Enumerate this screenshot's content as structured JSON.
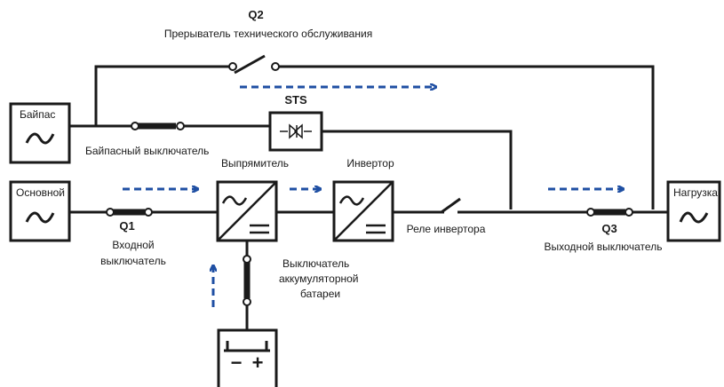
{
  "labels": {
    "q2_title": "Q2",
    "q2_desc": "Прерыватель технического обслуживания",
    "bypass_source": "Байпас",
    "main_source": "Основной",
    "sts": "STS",
    "bypass_switch": "Байпасный выключатель",
    "rectifier": "Выпрямитель",
    "inverter": "Инвертор",
    "load": "Нагрузка",
    "q1_title": "Q1",
    "q1_desc_line1": "Входной",
    "q1_desc_line2": "выключатель",
    "inverter_relay": "Реле инвертора",
    "q3_title": "Q3",
    "q3_desc": "Выходной выключатель",
    "battery_switch_line1": "Выключатель",
    "battery_switch_line2": "аккумуляторной",
    "battery_switch_line3": "батареи",
    "battery_minus": "−",
    "battery_plus": "+"
  },
  "colors": {
    "line": "#1a1a1a",
    "flow_arrow": "#1f4fa3",
    "background": "#ffffff"
  },
  "icons": [
    "ac-sine-icon",
    "rectifier-icon",
    "inverter-icon",
    "sts-thyristor-icon",
    "battery-icon",
    "flow-arrow-icon",
    "switch-icon"
  ]
}
